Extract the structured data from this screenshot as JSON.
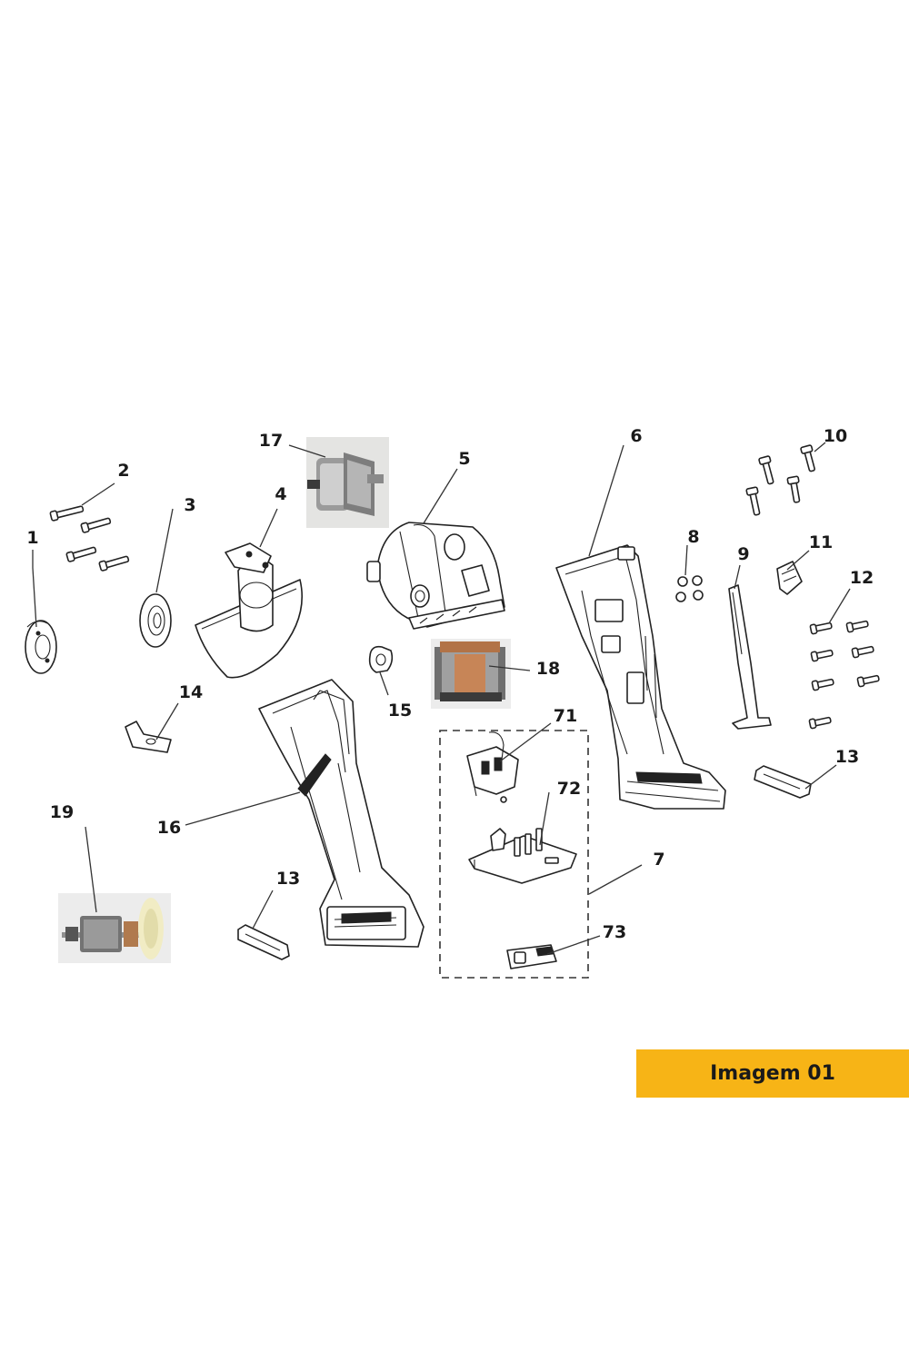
{
  "badge": {
    "text": "Imagem 01",
    "color": "#f7b416"
  },
  "parts": [
    {
      "id": "p1",
      "label": "1"
    },
    {
      "id": "p2",
      "label": "2"
    },
    {
      "id": "p3",
      "label": "3"
    },
    {
      "id": "p4",
      "label": "4"
    },
    {
      "id": "p5",
      "label": "5"
    },
    {
      "id": "p6",
      "label": "6"
    },
    {
      "id": "p7",
      "label": "7"
    },
    {
      "id": "p8",
      "label": "8"
    },
    {
      "id": "p9",
      "label": "9"
    },
    {
      "id": "p10",
      "label": "10"
    },
    {
      "id": "p11",
      "label": "11"
    },
    {
      "id": "p12",
      "label": "12"
    },
    {
      "id": "p13a",
      "label": "13"
    },
    {
      "id": "p13b",
      "label": "13"
    },
    {
      "id": "p14",
      "label": "14"
    },
    {
      "id": "p15",
      "label": "15"
    },
    {
      "id": "p16",
      "label": "16"
    },
    {
      "id": "p17",
      "label": "17"
    },
    {
      "id": "p18",
      "label": "18"
    },
    {
      "id": "p19",
      "label": "19"
    },
    {
      "id": "p71",
      "label": "71"
    },
    {
      "id": "p72",
      "label": "72"
    },
    {
      "id": "p73",
      "label": "73"
    }
  ]
}
